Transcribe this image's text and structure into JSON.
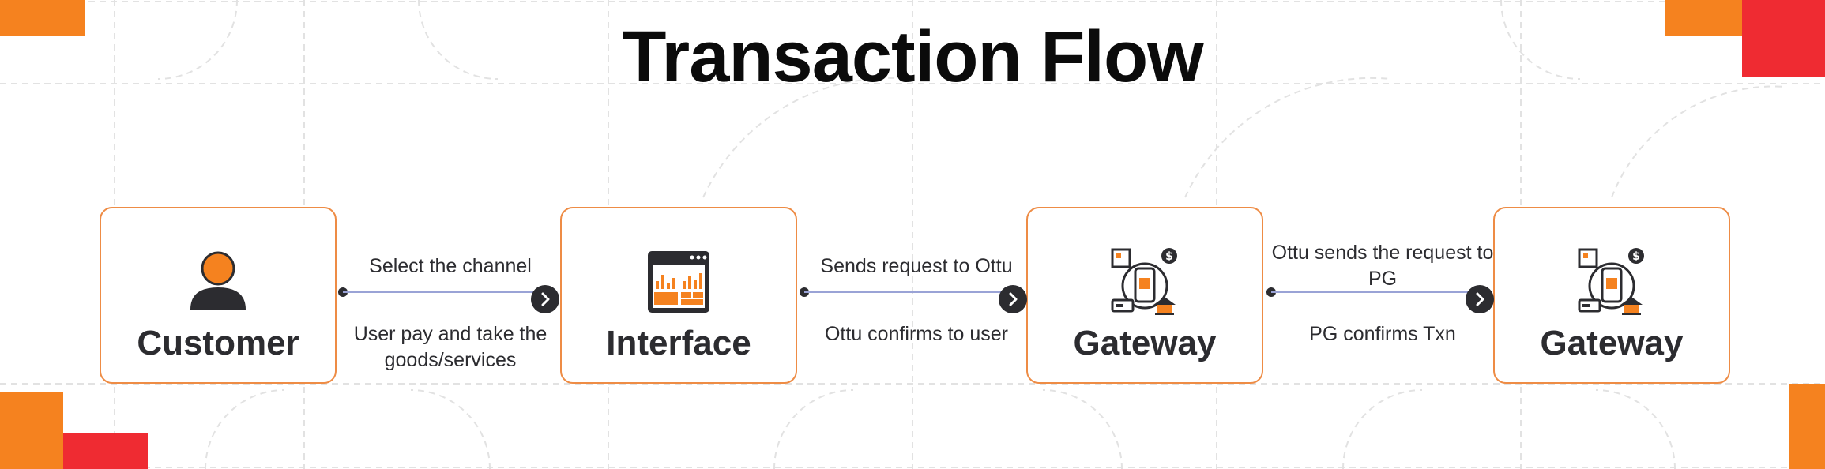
{
  "title": "Transaction Flow",
  "colors": {
    "accent_orange": "#f5821f",
    "accent_red": "#ef2b32",
    "dark": "#2c2c30",
    "line": "#9aa3d6",
    "card_border": "#ee8c45"
  },
  "nodes": [
    {
      "label": "Customer",
      "icon": "person-icon"
    },
    {
      "label": "Interface",
      "icon": "dashboard-window-icon"
    },
    {
      "label": "Gateway",
      "icon": "mobile-payment-icon"
    },
    {
      "label": "Gateway",
      "icon": "mobile-payment-icon"
    }
  ],
  "connectors": [
    {
      "above": "Select the channel",
      "below": "User pay and take the goods/services"
    },
    {
      "above": "Sends request to Ottu",
      "below": "Ottu confirms to user"
    },
    {
      "above": "Ottu sends the request to PG",
      "below": "PG confirms Txn"
    }
  ]
}
